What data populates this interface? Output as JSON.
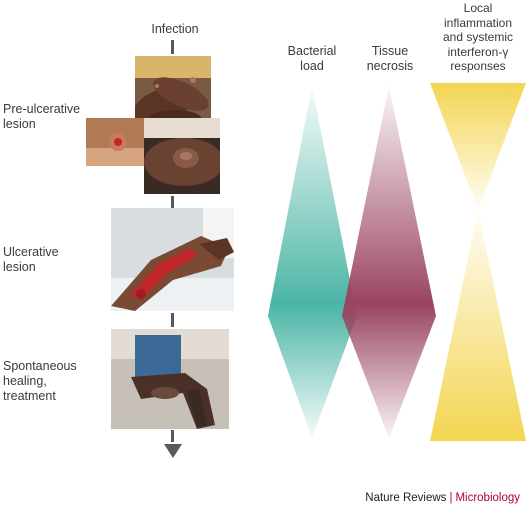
{
  "stages": {
    "infection": "Infection",
    "pre_ulcerative": [
      "Pre-ulcerative",
      "lesion"
    ],
    "ulcerative": [
      "Ulcerative",
      "lesion"
    ],
    "healing": [
      "Spontaneous",
      "healing,",
      "treatment"
    ]
  },
  "columns": {
    "bacterial": {
      "label": [
        "Bacterial",
        "load"
      ],
      "color": "#4bb5a5"
    },
    "necrosis": {
      "label": [
        "Tissue",
        "necrosis"
      ],
      "color": "#9a4460"
    },
    "inflammation": {
      "label": [
        "Local",
        "inflammation",
        "and systemic",
        "interferon-γ",
        "responses"
      ],
      "color": "#f3d550"
    }
  },
  "credit": {
    "publisher": "Nature Reviews",
    "separator": "|",
    "journal": "Microbiology"
  },
  "colors": {
    "connector": "#555a60",
    "skin_dark": "#5a3526",
    "skin_mid": "#8a5a40",
    "lesion_red": "#c0262a"
  }
}
